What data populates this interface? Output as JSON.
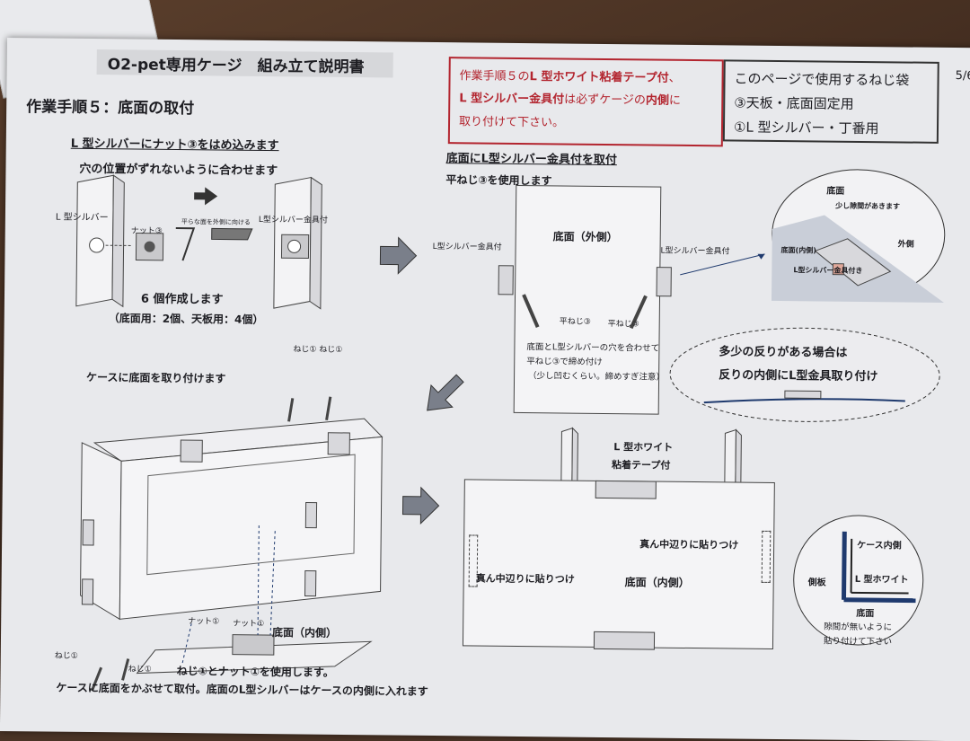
{
  "header": {
    "title": "O2-pet専用ケージ　組み立て説明書",
    "page": "5/6",
    "step": "作業手順５：底面の取付"
  },
  "notice": {
    "line1_a": "作業手順５の",
    "line1_b": "L 型ホワイト粘着テープ付",
    "line1_c": "、",
    "line2_a": "L 型シルバー金具付",
    "line2_b": "は必ずケージの",
    "line2_c": "内側",
    "line2_d": "に",
    "line3": "取り付けて下さい。"
  },
  "screw_bags": {
    "heading": "このページで使用するねじ袋",
    "item1": "③天板・底面固定用",
    "item2": "①L 型シルバー・丁番用"
  },
  "panel1": {
    "heading": "L 型シルバーにナット③をはめ込みます",
    "sub": "穴の位置がずれないように合わせます",
    "label_l": "L 型シルバー",
    "label_nut": "ナット③",
    "label_flat": "平らな面を外側に向ける",
    "label_fitting": "L型シルバー金具付",
    "count": "6 個作成します",
    "detail": "（底面用：2個、天板用：4個）"
  },
  "panel2": {
    "heading": "底面にL型シルバー金具付を取付",
    "sub": "平ねじ③を使用します",
    "plate_label": "底面（外側）",
    "left_label": "L型シルバー金具付",
    "right_label": "L型シルバー金具付",
    "screw_left": "平ねじ③",
    "screw_right": "平ねじ③",
    "note1": "底面とL型シルバーの穴を合わせて",
    "note2": "平ねじ③で締め付け",
    "note3": "（少し凹むくらい。締めすぎ注意）"
  },
  "detail_circle": {
    "label_bottom": "底面",
    "label_gap": "少し隙間があきます",
    "label_outer": "外側",
    "label_inner": "底面(内側)",
    "label_fitting": "L型シルバー金具付き"
  },
  "warp_note": {
    "line1": "多少の反りがある場合は",
    "line2": "反りの内側にL型金具取り付け"
  },
  "panel3": {
    "heading": "ケースに底面を取り付けます",
    "screw_top": "ねじ① ねじ①",
    "nut_left": "ナット①",
    "nut_right": "ナット①",
    "bottom_inner": "底面（内側）",
    "screw_a": "ねじ①",
    "screw_b": "ねじ①",
    "instr1": "ねじ①とナット①を使用します。",
    "instr2": "ケースに底面をかぶせて取付。底面のL型シルバーはケースの内側に入れます"
  },
  "panel4": {
    "tape_label1": "L 型ホワイト",
    "tape_label2": "粘着テープ付",
    "plate_label": "底面（内側）",
    "left_text": "真ん中辺りに貼りつけ",
    "right_text": "真ん中辺りに貼りつけ"
  },
  "corner_circle": {
    "case_inner": "ケース内側",
    "side": "側板",
    "l_white": "L 型ホワイト",
    "bottom": "底面",
    "note1": "隙間が無いように",
    "note2": "貼り付けて下さい"
  },
  "colors": {
    "accent_red": "#b3252f",
    "navy": "#1f3a6e",
    "arrow_grey": "#7a7f8a"
  }
}
